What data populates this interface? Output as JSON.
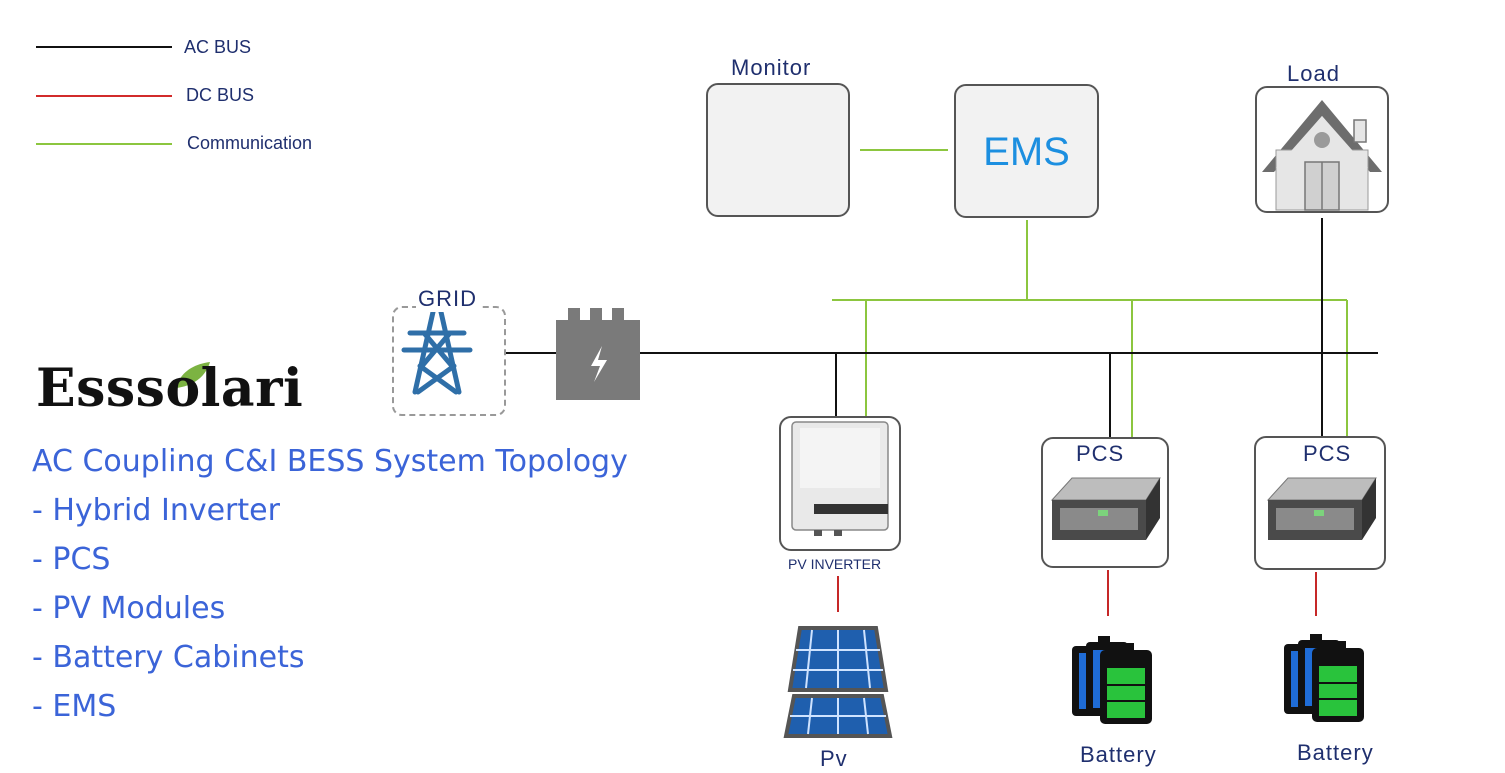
{
  "legend": [
    {
      "label": "AC BUS",
      "color": "#111111"
    },
    {
      "label": "DC BUS",
      "color": "#d22b2b"
    },
    {
      "label": "Communication",
      "color": "#8cc63f"
    }
  ],
  "brand": {
    "name": "Esssolari",
    "leaf_color": "#7cb342"
  },
  "description": {
    "title": "AC Coupling C&I BESS System Topology",
    "items": [
      "- Hybrid Inverter",
      "- PCS",
      "- PV Modules",
      "- Battery Cabinets",
      "- EMS"
    ]
  },
  "nodes": {
    "monitor": "Monitor",
    "ems": "EMS",
    "load": "Load",
    "grid": "GRID",
    "pv_inverter": "PV INVERTER",
    "pcs_1": "PCS",
    "pcs_2": "PCS",
    "pv": "Pv",
    "battery_1": "Battery",
    "battery_2": "Battery"
  },
  "colors": {
    "accent_blue": "#3b64d8",
    "ems_text": "#1c8fe0",
    "grid_icon": "#2f6fa8"
  }
}
